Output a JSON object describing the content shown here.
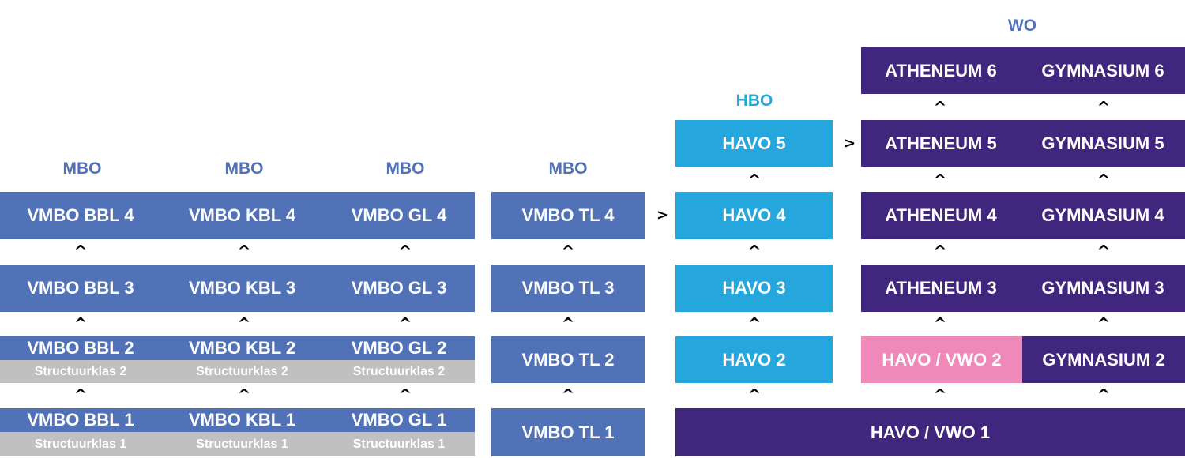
{
  "headers": {
    "mbo_bbl": "MBO",
    "mbo_kbl": "MBO",
    "mbo_gl": "MBO",
    "mbo_tl": "MBO",
    "hbo": "HBO",
    "wo": "WO"
  },
  "vmbo": {
    "bbl": [
      "VMBO BBL 1",
      "VMBO BBL 2",
      "VMBO BBL 3",
      "VMBO BBL 4"
    ],
    "kbl": [
      "VMBO KBL 1",
      "VMBO KBL 2",
      "VMBO KBL 3",
      "VMBO KBL 4"
    ],
    "gl": [
      "VMBO GL 1",
      "VMBO GL 2",
      "VMBO GL 3",
      "VMBO GL 4"
    ],
    "tl": [
      "VMBO TL 1",
      "VMBO TL 2",
      "VMBO TL 3",
      "VMBO TL 4"
    ],
    "structuurklas": [
      "Structuurklas 1",
      "Structuurklas 2"
    ]
  },
  "havo": [
    "HAVO 2",
    "HAVO 3",
    "HAVO 4",
    "HAVO 5"
  ],
  "havo_vwo_1": "HAVO / VWO 1",
  "havo_vwo_2": "HAVO / VWO 2",
  "atheneum": [
    "ATHENEUM 3",
    "ATHENEUM 4",
    "ATHENEUM 5",
    "ATHENEUM 6"
  ],
  "gymnasium": [
    "GYMNASIUM 2",
    "GYMNASIUM 3",
    "GYMNASIUM 4",
    "GYMNASIUM 5",
    "GYMNASIUM 6"
  ],
  "symbols": {
    "up": "^",
    "next": ">"
  },
  "colors": {
    "vmbo_blue": "#5272b8",
    "havo_cyan": "#25a6dd",
    "vwo_purple": "#40267c",
    "havo_vwo_pink": "#ef89ba",
    "structuurklas_gray": "#c0c0c0"
  }
}
